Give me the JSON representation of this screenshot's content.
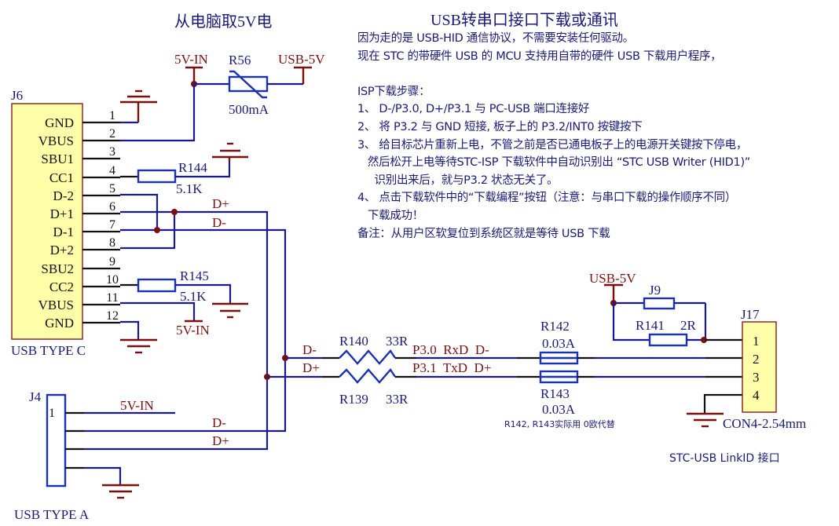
{
  "titles": {
    "power": "从电脑取5V电",
    "usb_serial": "USB转串口接口下载或通讯"
  },
  "notes": {
    "lines": [
      "因为走的是 USB-HID 通信协议，不需要安装任何驱动。",
      "现在 STC 的带硬件 USB 的 MCU 支持用自带的硬件 USB 下载用户程序，",
      "",
      "ISP下载步骤：",
      "1、 D-/P3.0, D+/P3.1 与 PC-USB 端口连接好",
      "2、 将 P3.2 与 GND 短接, 板子上的 P3.2/INT0 按键按下",
      "3、 给目标芯片重新上电，不管之前是否已通电板子上的电源开关键按下停电，",
      "   然后松开上电等待STC-ISP 下载软件中自动识别出 “STC USB Writer (HID1)”",
      "     识别出来后，就与P3.2 状态无关了。",
      "4、 点击下载软件中的“下载编程”按钮（注意：与串口下载的操作顺序不同）",
      "   下载成功！",
      "备注：从用户区软复位到系统区就是等待 USB 下载"
    ]
  },
  "j6": {
    "ref": "J6",
    "name": "USB TYPE C",
    "pins": [
      {
        "num": "1",
        "label": "GND"
      },
      {
        "num": "2",
        "label": "VBUS"
      },
      {
        "num": "3",
        "label": "SBU1"
      },
      {
        "num": "4",
        "label": "CC1"
      },
      {
        "num": "5",
        "label": "D-2"
      },
      {
        "num": "6",
        "label": "D+1"
      },
      {
        "num": "7",
        "label": "D-1"
      },
      {
        "num": "8",
        "label": "D+2"
      },
      {
        "num": "9",
        "label": "SBU2"
      },
      {
        "num": "10",
        "label": "CC2"
      },
      {
        "num": "11",
        "label": "VBUS"
      },
      {
        "num": "12",
        "label": "GND"
      }
    ]
  },
  "j4": {
    "ref": "J4",
    "name": "USB TYPE A",
    "pin1": "1",
    "net_5v": "5V-IN",
    "net_dm": "D-",
    "net_dp": "D+"
  },
  "r56": {
    "ref": "R56",
    "value": "500mA",
    "net_left": "5V-IN",
    "net_right": "USB-5V"
  },
  "r144": {
    "ref": "R144",
    "value": "5.1K"
  },
  "r145": {
    "ref": "R145",
    "value": "5.1K",
    "net_vbus": "5V-IN"
  },
  "typec_nets": {
    "dp": "D+",
    "dm": "D-"
  },
  "r140": {
    "ref": "R140",
    "value": "33R"
  },
  "r139": {
    "ref": "R139",
    "value": "33R"
  },
  "bus_nets": {
    "dm_in": "D-",
    "dp_in": "D+",
    "dm_out": "P3.0  RxD  D-",
    "dp_out": "P3.1  TxD  D+"
  },
  "r142": {
    "ref": "R142",
    "value": "0.03A"
  },
  "r143": {
    "ref": "R143",
    "value": "0.03A"
  },
  "r_note": "R142, R143实际用 0欧代替",
  "j9": {
    "ref": "J9"
  },
  "r141": {
    "ref": "R141",
    "value": "2R"
  },
  "usb5v_net": "USB-5V",
  "j17": {
    "ref": "J17",
    "name": "CON4-2.54mm",
    "pins": [
      "1",
      "2",
      "3",
      "4"
    ],
    "caption": "STC-USB LinkID 接口"
  }
}
